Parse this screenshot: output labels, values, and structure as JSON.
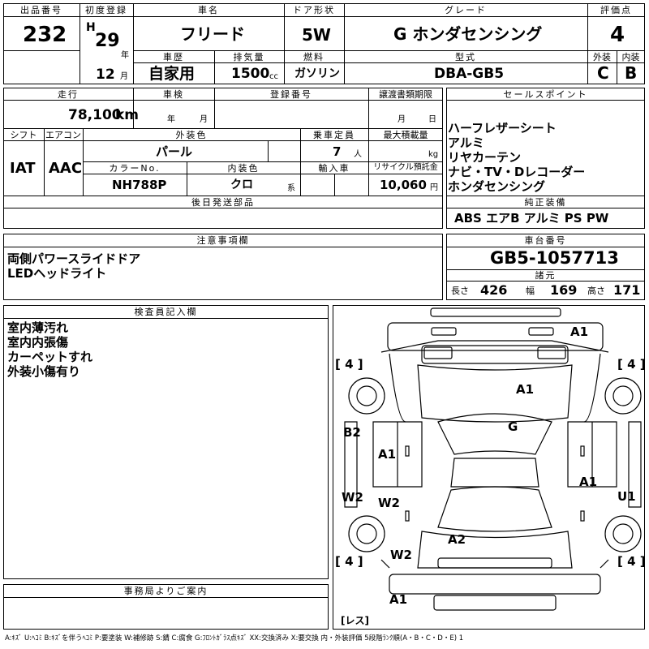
{
  "header": {
    "lot_number_label": "出品番号",
    "lot_number": "232",
    "first_reg_label": "初度登録",
    "era": "H",
    "year": "29",
    "year_unit": "年",
    "month": "12",
    "month_unit": "月",
    "car_name_label": "車名",
    "car_name": "フリード",
    "door_label": "ドア形状",
    "door": "5W",
    "grade_label": "グレード",
    "grade": "G ホンダセンシング",
    "score_label": "評価点",
    "score": "4",
    "history_label": "車歴",
    "history": "自家用",
    "displacement_label": "排気量",
    "displacement": "1500",
    "displacement_unit": "cc",
    "fuel_label": "燃料",
    "fuel": "ガソリン",
    "model_label": "型式",
    "model": "DBA-GB5",
    "exterior_label": "外装",
    "interior_label": "内装",
    "exterior_grade": "C",
    "interior_grade": "B"
  },
  "row2": {
    "mileage_label": "走行",
    "mileage": "78,100",
    "mileage_unit": "km",
    "inspection_label": "車検",
    "year_unit": "年",
    "month_unit": "月",
    "reg_no_label": "登録番号",
    "transfer_label": "譲渡書類期限",
    "day_unit": "日",
    "shift_label": "シフト",
    "shift": "IAT",
    "ac_label": "エアコン",
    "ac": "AAC",
    "color_label": "外装色",
    "color": "パール",
    "capacity_label": "乗車定員",
    "capacity": "7",
    "capacity_unit": "人",
    "load_label": "最大積載量",
    "load_unit": "kg",
    "color_no_label": "カラーNo.",
    "color_no": "NH788P",
    "interior_color_label": "内装色",
    "interior_color": "クロ",
    "interior_color_unit": "系",
    "import_label": "輸入車",
    "recycle_label": "リサイクル預託金",
    "recycle": "10,060",
    "recycle_unit": "円",
    "later_parts_label": "後日発送部品"
  },
  "sales": {
    "label": "セールスポイント",
    "items": [
      "ハーフレザーシート",
      "アルミ",
      "リヤカーテン",
      "ナビ・TV・Dレコーダー",
      "ホンダセンシング"
    ]
  },
  "equipment": {
    "label": "純正装備",
    "value": "ABS エアB アルミ PS PW"
  },
  "notes": {
    "label": "注意事項欄",
    "items": [
      "両側パワースライドドア",
      "LEDヘッドライト"
    ]
  },
  "chassis": {
    "label": "車台番号",
    "value": "GB5-1057713",
    "specs_label": "諸元",
    "length_label": "長さ",
    "length": "426",
    "width_label": "幅",
    "width": "169",
    "height_label": "高さ",
    "height": "171"
  },
  "inspector": {
    "label": "検査員記入欄",
    "items": [
      "室内薄汚れ",
      "室内内張傷",
      "カーペットすれ",
      "外装小傷有り"
    ]
  },
  "office": {
    "label": "事務局よりご案内"
  },
  "diagram": {
    "tire_fl": "[ 4 ]",
    "tire_fr": "[ 4 ]",
    "tire_rl": "[ 4 ]",
    "tire_rr": "[ 4 ]",
    "marks": {
      "front_bumper": "A1",
      "hood": "A1",
      "windshield": "G",
      "left_front_fender": "B2",
      "left_front_door": "A1",
      "left_rear_door": "W2",
      "left_sill": "W2",
      "left_rear": "W2",
      "right_rear_door": "A1",
      "right_rear_fender": "U1",
      "roof_rear": "A2",
      "rear_bumper": "A1"
    },
    "rear_note": "[レス]"
  },
  "legend": "A:ｷｽﾞ U:ﾍｺﾐ B:ｷｽﾞを伴うﾍｺﾐ P:要塗装 W:補修跡 S:錆 C:腐食 G:ﾌﾛﾝﾄｶﾞﾗｽ点ｷｽﾞ XX:交換済み X:要交換 内・外装評価 5段階ﾗﾝｸ順(A・B・C・D・E) 1"
}
